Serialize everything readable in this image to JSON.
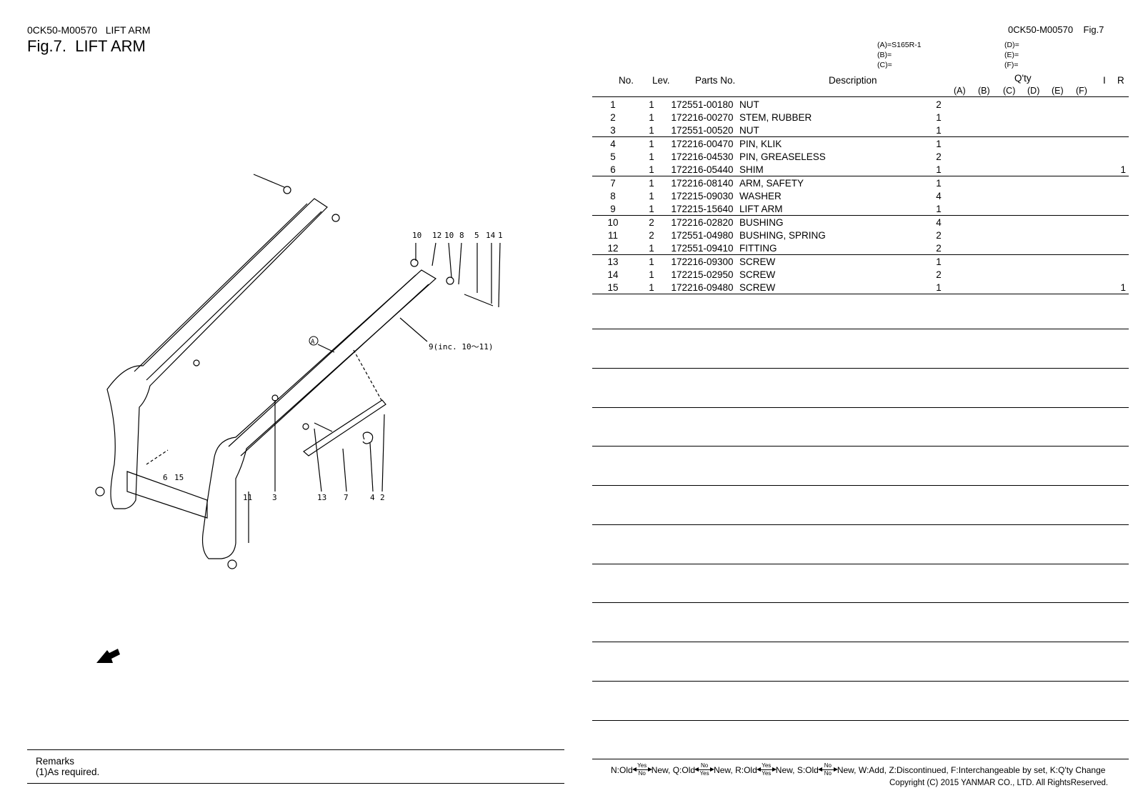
{
  "header": {
    "code_left": "0CK50-M00570",
    "title_left": "LIFT ARM",
    "fig_label": "Fig.7.",
    "fig_name": "LIFT ARM",
    "code_right": "0CK50-M00570",
    "fig_right": "Fig.7"
  },
  "models": {
    "A": "(A)=S165R-1",
    "B": "(B)=",
    "C": "(C)=",
    "D": "(D)=",
    "E": "(E)=",
    "F": "(F)="
  },
  "columns": {
    "no": "No.",
    "lev": "Lev.",
    "part": "Parts No.",
    "desc": "Description",
    "qty": "Q'ty",
    "qa": "(A)",
    "qb": "(B)",
    "qc": "(C)",
    "qd": "(D)",
    "qe": "(E)",
    "qf": "(F)",
    "i": "I",
    "r": "R"
  },
  "parts": [
    {
      "no": "1",
      "lev": "1",
      "part": "172551-00180",
      "desc": "NUT",
      "qa": "2",
      "r": ""
    },
    {
      "no": "2",
      "lev": "1",
      "part": "172216-00270",
      "desc": "STEM, RUBBER",
      "qa": "1",
      "r": ""
    },
    {
      "no": "3",
      "lev": "1",
      "part": "172551-00520",
      "desc": "NUT",
      "qa": "1",
      "r": ""
    },
    {
      "no": "4",
      "lev": "1",
      "part": "172216-00470",
      "desc": "PIN, KLIK",
      "qa": "1",
      "r": ""
    },
    {
      "no": "5",
      "lev": "1",
      "part": "172216-04530",
      "desc": "PIN, GREASELESS",
      "qa": "2",
      "r": ""
    },
    {
      "no": "6",
      "lev": "1",
      "part": "172216-05440",
      "desc": "SHIM",
      "qa": "1",
      "r": "1"
    },
    {
      "no": "7",
      "lev": "1",
      "part": "172216-08140",
      "desc": "ARM, SAFETY",
      "qa": "1",
      "r": ""
    },
    {
      "no": "8",
      "lev": "1",
      "part": "172215-09030",
      "desc": "WASHER",
      "qa": "4",
      "r": ""
    },
    {
      "no": "9",
      "lev": "1",
      "part": "172215-15640",
      "desc": "LIFT ARM",
      "qa": "1",
      "r": ""
    },
    {
      "no": "10",
      "lev": "2",
      "part": "172216-02820",
      "desc": "BUSHING",
      "qa": "4",
      "r": ""
    },
    {
      "no": "11",
      "lev": "2",
      "part": "172551-04980",
      "desc": "BUSHING, SPRING",
      "qa": "2",
      "r": ""
    },
    {
      "no": "12",
      "lev": "1",
      "part": "172551-09410",
      "desc": "FITTING",
      "qa": "2",
      "r": ""
    },
    {
      "no": "13",
      "lev": "1",
      "part": "172216-09300",
      "desc": "SCREW",
      "qa": "1",
      "r": ""
    },
    {
      "no": "14",
      "lev": "1",
      "part": "172215-02950",
      "desc": "SCREW",
      "qa": "2",
      "r": ""
    },
    {
      "no": "15",
      "lev": "1",
      "part": "172216-09480",
      "desc": "SCREW",
      "qa": "1",
      "r": "1"
    }
  ],
  "callouts": {
    "c10a": "10",
    "c12": "12",
    "c10b": "10",
    "c8": "8",
    "c5": "5",
    "c14": "14",
    "c1": "1",
    "c9": "9(inc. 10〜11)",
    "cA": "A",
    "c6": "6",
    "c15": "15",
    "c11": "11",
    "c3": "3",
    "c13": "13",
    "c7": "7",
    "c4": "4",
    "c2": "2"
  },
  "remarks": {
    "title": "Remarks",
    "line1": "(1)As required."
  },
  "legend": {
    "n_old": "N:Old",
    "n_new": "New,",
    "q_old": "Q:Old",
    "q_new": "New,",
    "r_old": "R:Old",
    "r_new": "New,",
    "s_old": "S:Old",
    "s_new": "New,",
    "yes": "Yes",
    "no": "No",
    "rest": "W:Add, Z:Discontinued, F:Interchangeable by set, K:Q'ty Change"
  },
  "copyright": "Copyright (C) 2015 YANMAR CO., LTD. All RightsReserved."
}
